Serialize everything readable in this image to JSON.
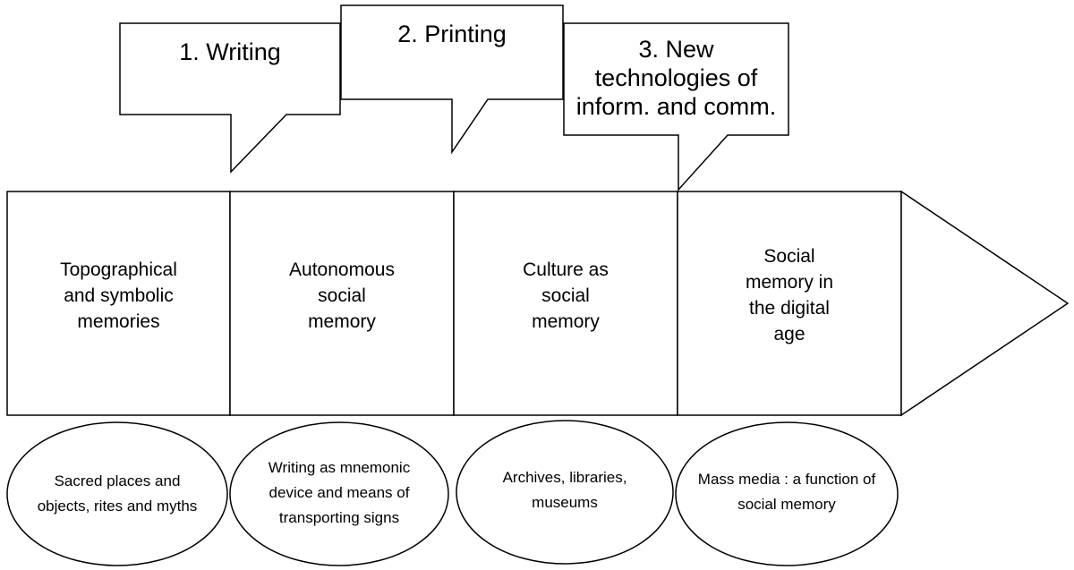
{
  "callouts": [
    {
      "label": "1. Writing"
    },
    {
      "label": "2. Printing"
    },
    {
      "label": "3. New\ntechnologies of\ninform. and comm."
    }
  ],
  "stages": [
    {
      "label": "Topographical\nand symbolic\nmemories"
    },
    {
      "label": "Autonomous\nsocial\nmemory"
    },
    {
      "label": "Culture as\nsocial\nmemory"
    },
    {
      "label": "Social\nmemory in\nthe digital\nage"
    }
  ],
  "examples": [
    {
      "label": "Sacred places and\nobjects, rites and myths"
    },
    {
      "label": "Writing as mnemonic\ndevice and means of\ntransporting signs"
    },
    {
      "label": "Archives, libraries,\nmuseums"
    },
    {
      "label": "Mass media : a function of\nsocial memory"
    }
  ]
}
